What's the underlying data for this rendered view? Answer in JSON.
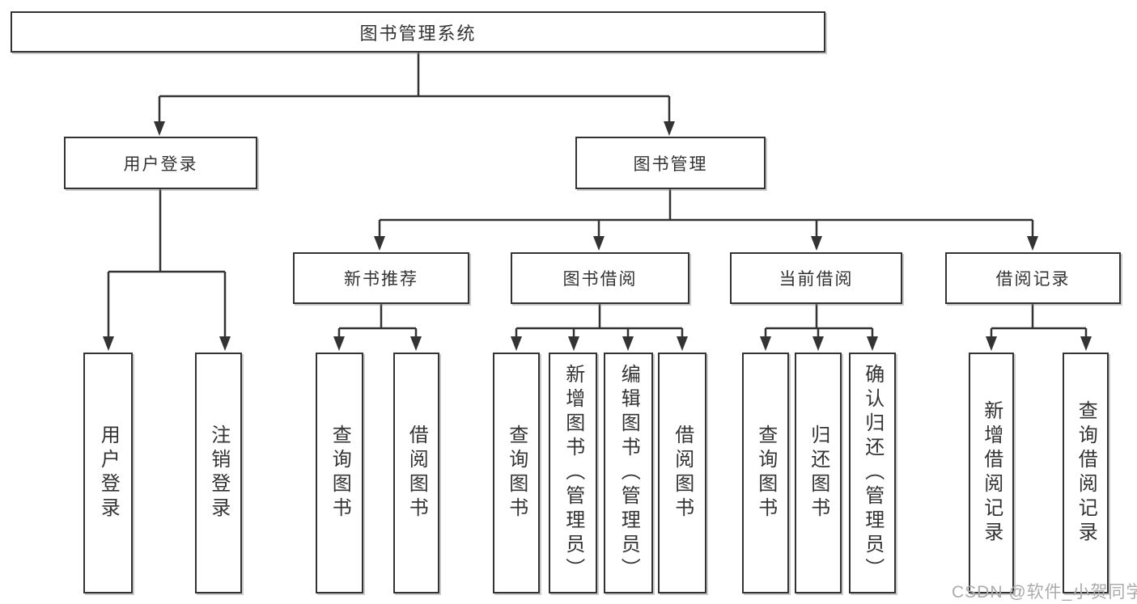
{
  "diagram": {
    "root": {
      "label": "图书管理系统"
    },
    "level2": [
      {
        "label": "用户登录"
      },
      {
        "label": "图书管理"
      }
    ],
    "level3": [
      {
        "label": "新书推荐"
      },
      {
        "label": "图书借阅"
      },
      {
        "label": "当前借阅"
      },
      {
        "label": "借阅记录"
      }
    ],
    "leaves": [
      {
        "label": "用户登录"
      },
      {
        "label": "注销登录"
      },
      {
        "label": "查询图书"
      },
      {
        "label": "借阅图书"
      },
      {
        "label": "查询图书"
      },
      {
        "label": "新增图书（管理员）"
      },
      {
        "label": "编辑图书（管理员）"
      },
      {
        "label": "借阅图书"
      },
      {
        "label": "查询图书"
      },
      {
        "label": "归还图书"
      },
      {
        "label": "确认归还（管理员）"
      },
      {
        "label": "新增借阅记录"
      },
      {
        "label": "查询借阅记录"
      }
    ]
  },
  "watermark": {
    "text": "CSDN @软件_小贺同学"
  },
  "colors": {
    "line": "#333333",
    "text": "#333333",
    "box_border": "#333333",
    "background": "#ffffff",
    "watermark": "#ababab"
  }
}
